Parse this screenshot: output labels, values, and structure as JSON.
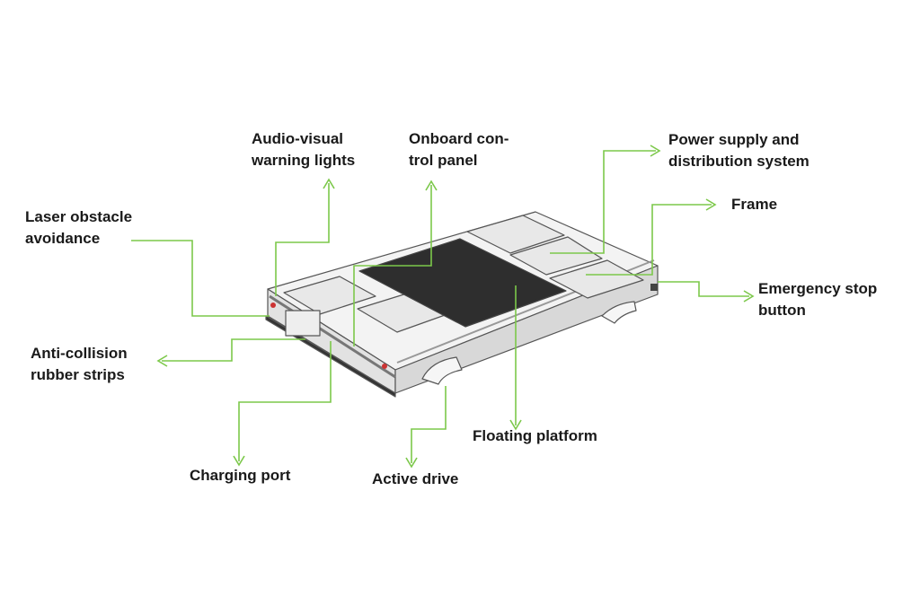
{
  "labels": {
    "audio_visual": [
      "Audio-visual",
      "warning lights"
    ],
    "onboard": [
      "Onboard con-",
      "trol panel"
    ],
    "power": [
      "Power supply and",
      "distribution system"
    ],
    "frame": [
      "Frame"
    ],
    "laser": [
      "Laser obstacle",
      "avoidance"
    ],
    "emergency": [
      "Emergency stop",
      "button"
    ],
    "anti_collision": [
      "Anti-collision",
      "rubber strips"
    ],
    "floating": [
      "Floating platform"
    ],
    "charging": [
      "Charging port"
    ],
    "active_drive": [
      "Active drive"
    ]
  },
  "colors": {
    "leader": "#7cc84a",
    "text": "#1a1a1a",
    "body_outline": "#555555",
    "panel_dark": "#2e2e2e"
  }
}
